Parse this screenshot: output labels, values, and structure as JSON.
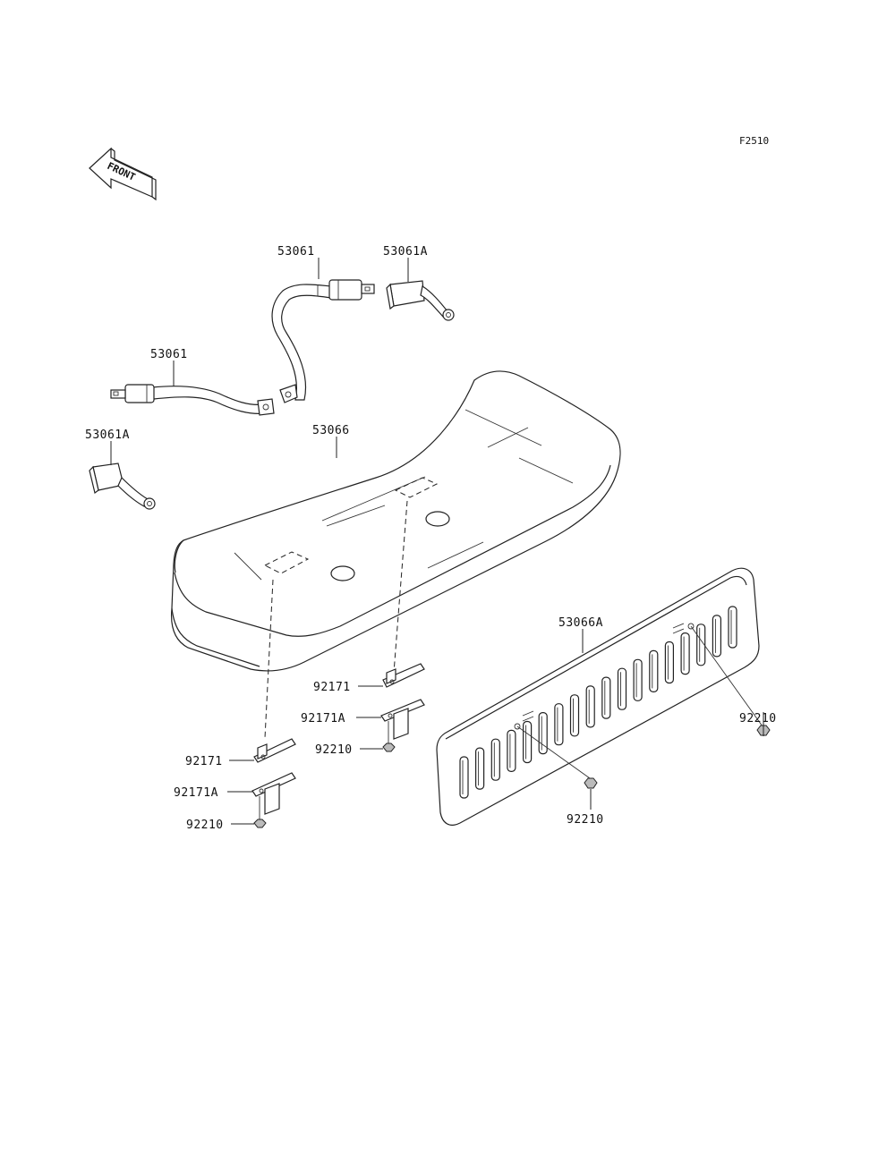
{
  "figure": {
    "code": "F2510",
    "front_label": "FRONT"
  },
  "labels": {
    "belt_top": "53061",
    "buckle_top": "53061A",
    "belt_left": "53061",
    "buckle_left": "53061A",
    "seat": "53066",
    "backrest": "53066A",
    "bracket_center": "92171",
    "bracket_center_a": "92171A",
    "nut_center": "92210",
    "bracket_left": "92171",
    "bracket_left_a": "92171A",
    "nut_left": "92210",
    "nut_backrest_right": "92210",
    "nut_backrest_bottom": "92210"
  },
  "colors": {
    "line": "#222222",
    "nut_fill": "#bbbbbb",
    "background": "#ffffff"
  }
}
